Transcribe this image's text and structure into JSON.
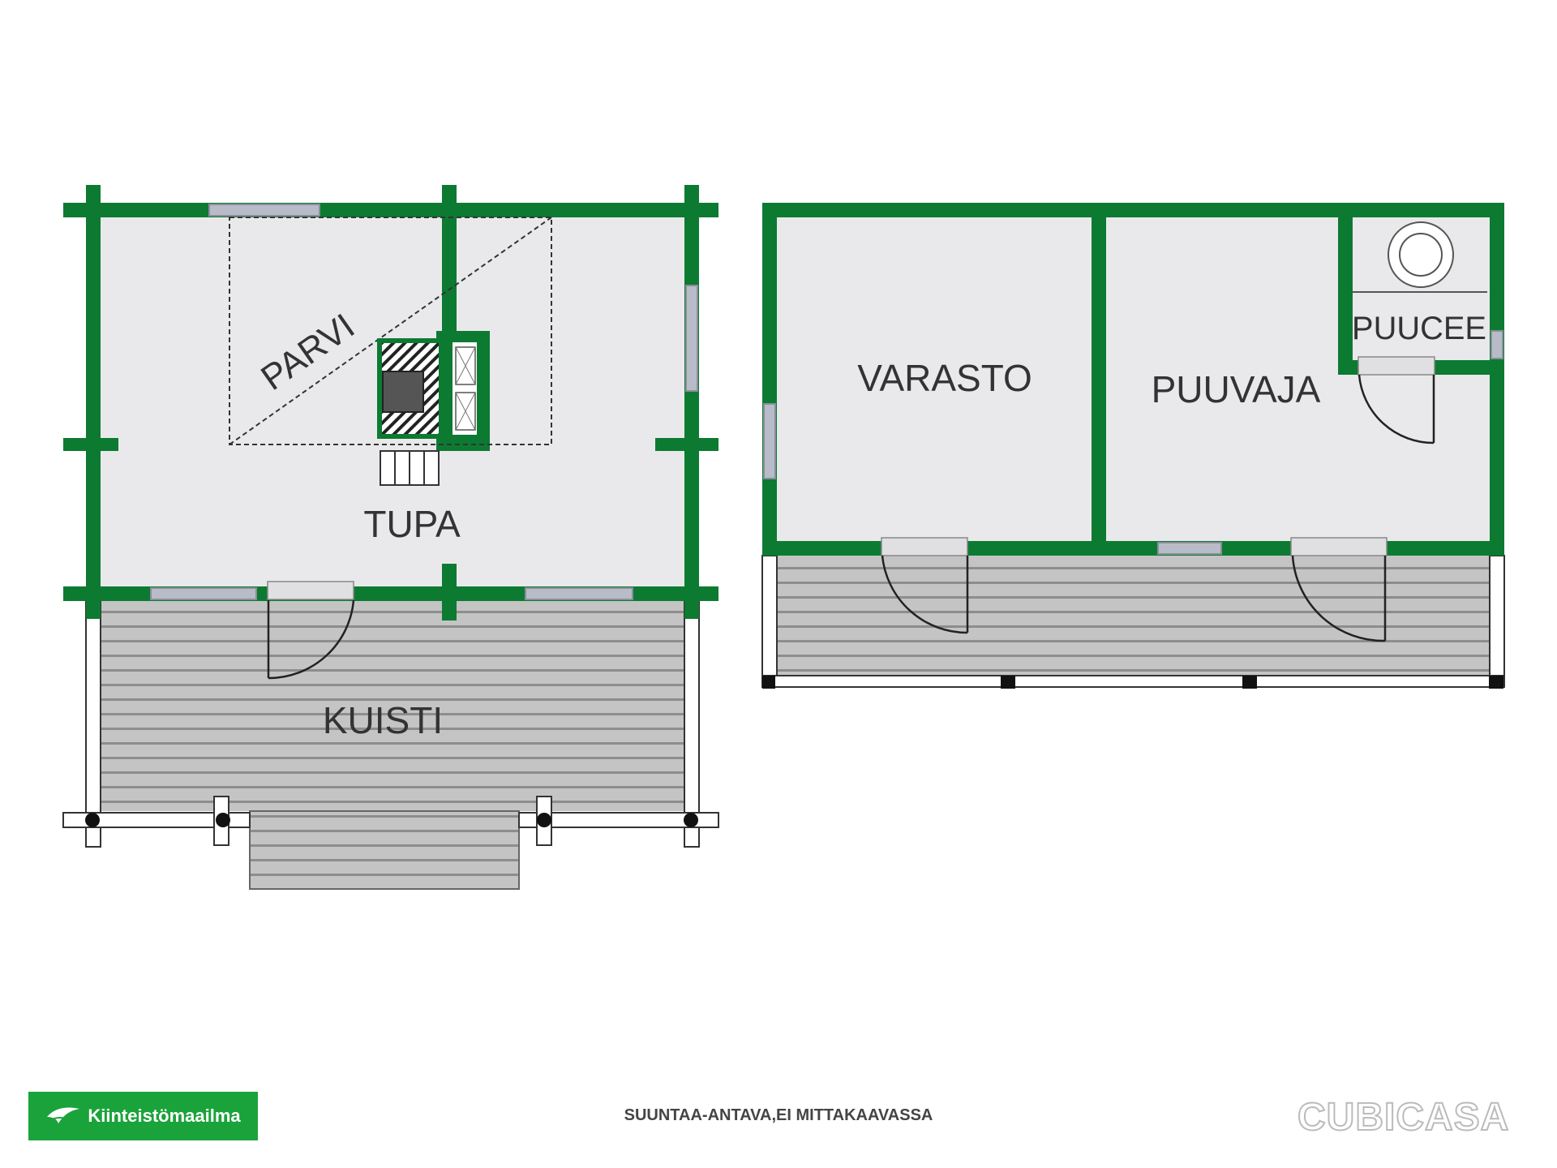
{
  "colors": {
    "wall": "#0d7a32",
    "room_floor": "#e9e9ec",
    "deck": "#c4c4c4",
    "deck_lines": "#8a8a8a",
    "window": "#b8bcc8",
    "brand_green": "#1aa33a"
  },
  "rooms": {
    "tupa": "TUPA",
    "parvi": "PARVI",
    "kuisti": "KUISTI",
    "varasto": "VARASTO",
    "puuvaja": "PUUVAJA",
    "puucee": "PUUCEE"
  },
  "footer": {
    "note": "SUUNTAA-ANTAVA,EI MITTAKAAVASSA",
    "brand": "Kiinteistömaailma",
    "cubicasa": "CUBICASA",
    "brand_logo_icon": "bird-logo-icon"
  }
}
